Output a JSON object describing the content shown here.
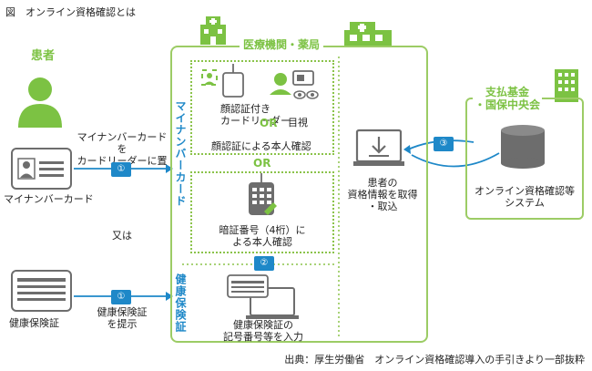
{
  "figure_title": "図　オンライン資格確認とは",
  "patient": {
    "heading": "患者"
  },
  "institution": {
    "heading": "医療機関・薬局"
  },
  "fund": {
    "heading_line1": "支払基金",
    "heading_line2": "・国保中央会",
    "system_line1": "オンライン資格確認等",
    "system_line2": "システム"
  },
  "mynumber_card": {
    "instruction_line1": "マイナンバーカードを",
    "instruction_line2": "カードリーダーに置く",
    "label": "マイナンバーカード",
    "step": "①"
  },
  "or_text": "又は",
  "insurance_card": {
    "instruction_line1": "健康保険証",
    "instruction_line2": "を提示",
    "label": "健康保険証",
    "step": "①"
  },
  "vertical_labels": {
    "mynumber": "マイナンバーカード",
    "insurance": "健康保険証"
  },
  "face_auth": {
    "reader_line1": "顔認証付き",
    "reader_line2": "カードリーダー",
    "or1": "OR",
    "visual": "目視",
    "caption": "顔認証による本人確認"
  },
  "or2": "OR",
  "pin": {
    "line1": "暗証番号（4桁）に",
    "line2": "よる本人確認"
  },
  "step2": "②",
  "insurance_input": {
    "line1": "健康保険証の",
    "line2": "記号番号等を入力"
  },
  "acquire": {
    "line1": "患者の",
    "line2": "資格情報を取得",
    "line3": "・取込"
  },
  "step3": "③",
  "source": "出典：厚生労働省　オンライン資格確認導入の手引きより一部抜粋",
  "colors": {
    "green": "#7cc243",
    "blue": "#1e88c8",
    "light_blue": "#cfe8f7",
    "gray": "#6d6d6d"
  }
}
